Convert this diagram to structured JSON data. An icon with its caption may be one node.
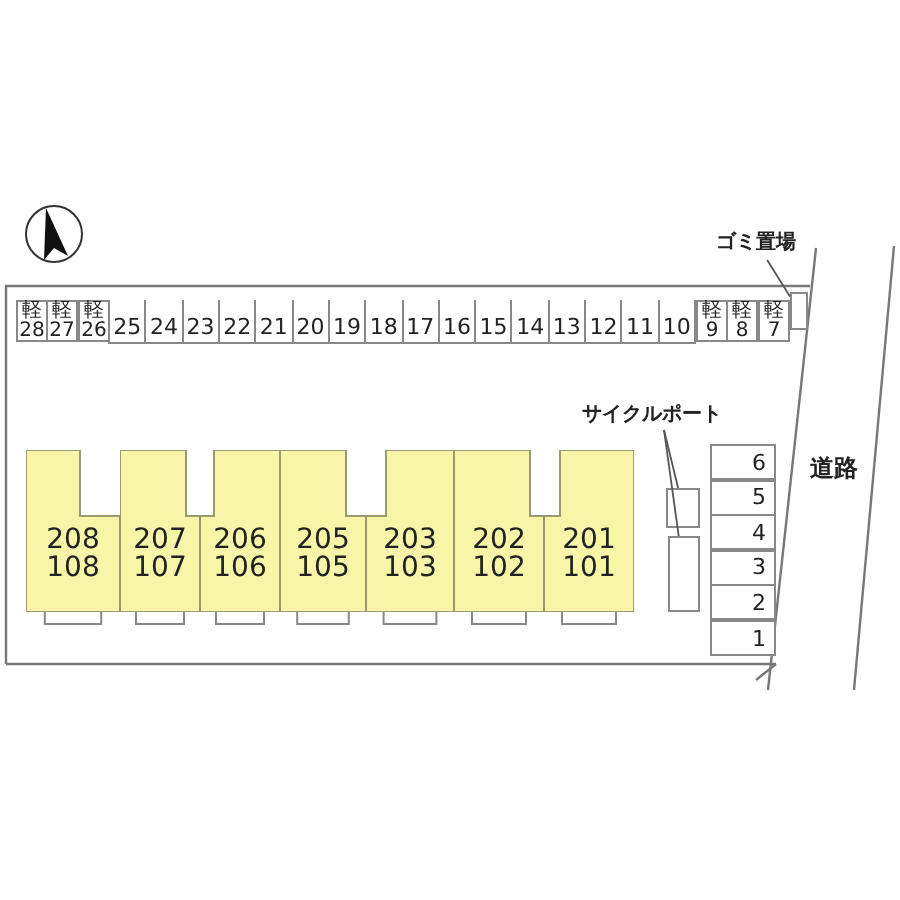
{
  "diagram": {
    "nodes": [
      {
        "text": [
          "ゴミ置場"
        ]
      },
      {
        "text": [],
        "shape": "box"
      },
      {
        "text": [
          "軽 28"
        ]
      },
      {
        "text": [
          "軽 27"
        ]
      },
      {
        "text": [
          "軽 26"
        ]
      },
      {
        "text": [
          "25"
        ]
      },
      {
        "text": [
          "24"
        ]
      },
      {
        "text": [
          "23"
        ]
      },
      {
        "text": [
          "22"
        ]
      },
      {
        "text": [
          "21"
        ]
      },
      {
        "text": [
          "20"
        ]
      },
      {
        "text": [
          "19"
        ]
      },
      {
        "text": [
          "18"
        ]
      },
      {
        "text": [
          "17"
        ]
      },
      {
        "text": [
          "16"
        ]
      },
      {
        "text": [
          "15"
        ]
      },
      {
        "text": [
          "14"
        ]
      },
      {
        "text": [
          "13"
        ]
      },
      {
        "text": [
          "12"
        ]
      },
      {
        "text": [
          "11"
        ]
      },
      {
        "text": [
          "10"
        ]
      },
      {
        "text": [
          "軽 9"
        ]
      },
      {
        "text": [
          "軽 8"
        ]
      },
      {
        "text": [
          "軽 7"
        ]
      },
      {
        "text": [
          "サイクルポート"
        ]
      },
      {
        "text": [
          "208",
          "108"
        ]
      },
      {
        "text": [
          "207",
          "107"
        ]
      },
      {
        "text": [
          "206",
          "106"
        ]
      },
      {
        "text": [
          "205",
          "105"
        ]
      },
      {
        "text": [
          "203",
          "103"
        ]
      },
      {
        "text": [
          "202",
          "102"
        ]
      },
      {
        "text": [
          "201",
          "101"
        ]
      },
      {
        "text": [],
        "shape": "box"
      },
      {
        "text": [],
        "shape": "box"
      },
      {
        "text": [
          "6"
        ]
      },
      {
        "text": [
          "5"
        ]
      },
      {
        "text": [
          "4"
        ]
      },
      {
        "text": [
          "3"
        ]
      },
      {
        "text": [
          "2"
        ]
      },
      {
        "text": [
          "1"
        ]
      }
    ],
    "edges": [
      {
        "from": 0,
        "to": 1,
        "arrow": "none"
      },
      {
        "from": 24,
        "to": 32,
        "arrow": "none"
      },
      {
        "from": 24,
        "to": 33,
        "arrow": "none"
      }
    ],
    "labels": [
      "道路"
    ]
  }
}
